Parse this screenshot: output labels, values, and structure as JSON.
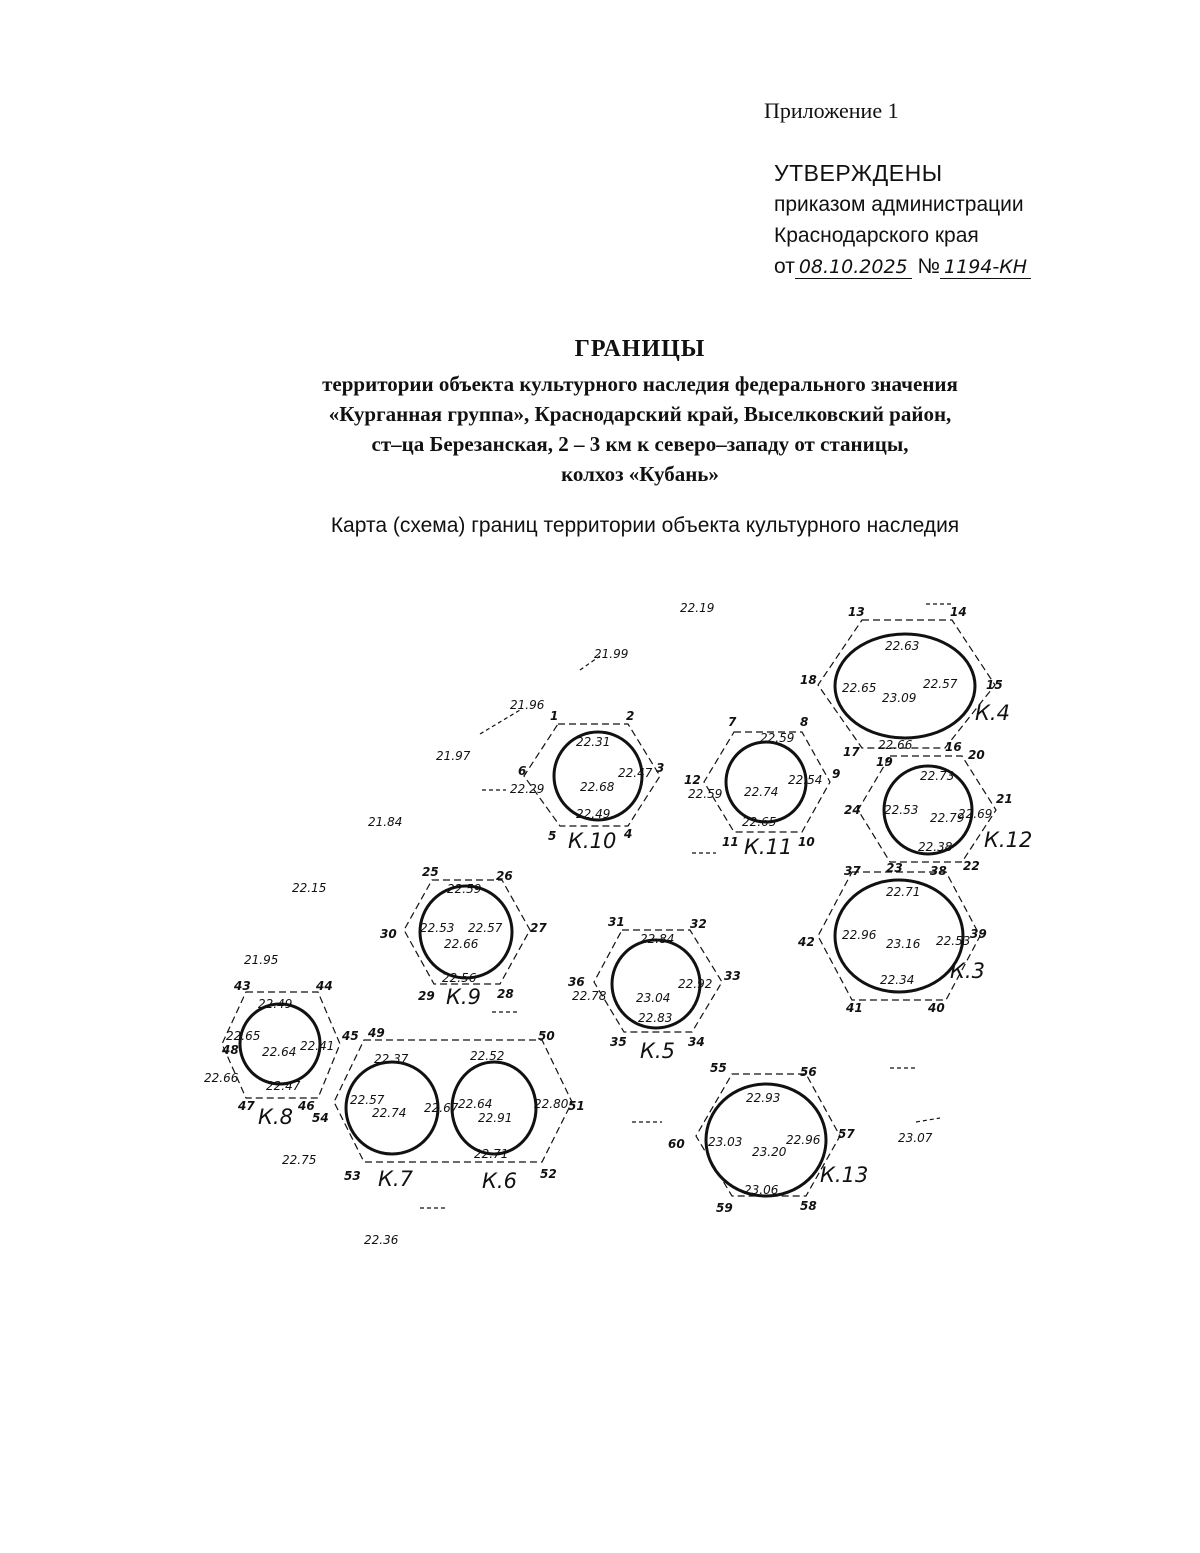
{
  "header": {
    "appendix": "Приложение 1",
    "approval_title": "УТВЕРЖДЕНЫ",
    "approval_line1": "приказом администрации",
    "approval_line2": "Краснодарского края",
    "date_prefix": "от",
    "date_value": "08.10.2025",
    "number_prefix": "№",
    "number_value": "1194-КН"
  },
  "title": {
    "heading": "ГРАНИЦЫ",
    "line1": "территории объекта культурного наследия федерального значения",
    "line2": "«Курганная группа», Краснодарский край, Выселковский район,",
    "line3": "ст–ца Березанская, 2 – 3 км к северо–западу от станицы,",
    "line4": "колхоз «Кубань»"
  },
  "map_caption": "Карта (схема) границ территории объекта культурного наследия",
  "map": {
    "mounds": [
      {
        "id": "k4",
        "label": "К.4",
        "elevations": [
          "22.63",
          "22.65",
          "22.57",
          "23.09",
          "22.66"
        ],
        "points": [
          "13",
          "14",
          "15",
          "16",
          "17",
          "18"
        ]
      },
      {
        "id": "k10",
        "label": "К.10",
        "elevations": [
          "22.31",
          "22.68",
          "22.47",
          "22.29",
          "22.49"
        ],
        "points": [
          "1",
          "2",
          "3",
          "4",
          "5",
          "6"
        ]
      },
      {
        "id": "k11",
        "label": "К.11",
        "elevations": [
          "22.59",
          "22.74",
          "22.54",
          "22.59",
          "22.65"
        ],
        "points": [
          "7",
          "8",
          "9",
          "10",
          "11",
          "12"
        ]
      },
      {
        "id": "k12",
        "label": "К.12",
        "elevations": [
          "22.73",
          "22.53",
          "22.79",
          "22.69",
          "22.38"
        ],
        "points": [
          "19",
          "20",
          "21",
          "22",
          "23",
          "24"
        ]
      },
      {
        "id": "k3",
        "label": "К.3",
        "elevations": [
          "22.71",
          "22.96",
          "23.16",
          "22.53",
          "22.34"
        ],
        "points": [
          "37",
          "38",
          "39",
          "40",
          "41",
          "42"
        ]
      },
      {
        "id": "k9",
        "label": "К.9",
        "elevations": [
          "22.59",
          "22.53",
          "22.57",
          "22.66",
          "22.56"
        ],
        "points": [
          "25",
          "26",
          "27",
          "28",
          "29",
          "30"
        ]
      },
      {
        "id": "k5",
        "label": "К.5",
        "elevations": [
          "22.84",
          "22.78",
          "23.04",
          "22.92",
          "22.83"
        ],
        "points": [
          "31",
          "32",
          "33",
          "34",
          "35",
          "36"
        ]
      },
      {
        "id": "k8",
        "label": "К.8",
        "elevations": [
          "22.49",
          "22.65",
          "22.64",
          "22.41",
          "22.47"
        ],
        "points": [
          "43",
          "44",
          "45",
          "46",
          "47",
          "48"
        ]
      },
      {
        "id": "k7",
        "label": "К.7",
        "elevations": [
          "22.37",
          "22.57",
          "22.74",
          "22.67"
        ],
        "points": [
          "49",
          "53",
          "54"
        ]
      },
      {
        "id": "k6",
        "label": "К.6",
        "elevations": [
          "22.52",
          "22.64",
          "22.91",
          "22.80",
          "22.71"
        ],
        "points": [
          "50",
          "51",
          "52"
        ]
      },
      {
        "id": "k13",
        "label": "К.13",
        "elevations": [
          "22.93",
          "23.03",
          "23.20",
          "22.96",
          "23.06"
        ],
        "points": [
          "55",
          "56",
          "57",
          "58",
          "59",
          "60"
        ]
      }
    ],
    "spot_heights": [
      "22.19",
      "21.99",
      "21.96",
      "21.97",
      "21.84",
      "22.15",
      "21.95",
      "22.66",
      "22.75",
      "22.36",
      "23.07"
    ]
  },
  "colors": {
    "ink": "#111111",
    "paper": "#ffffff"
  }
}
